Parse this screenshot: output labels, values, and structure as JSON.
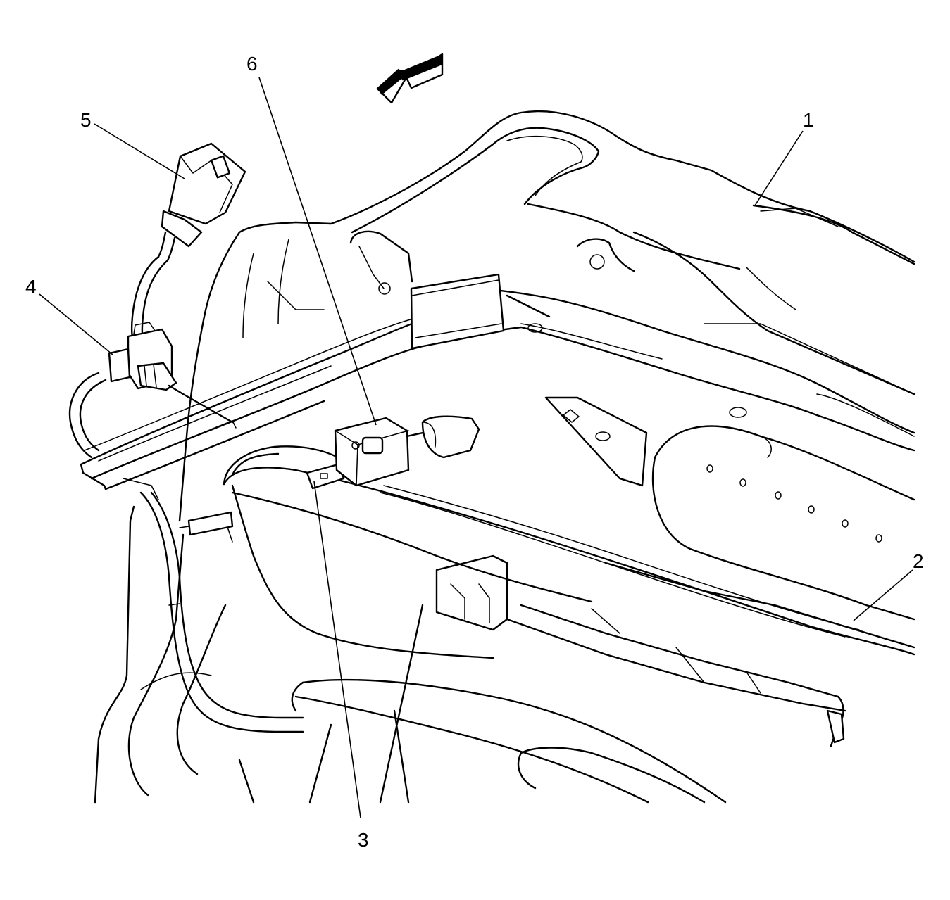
{
  "diagram": {
    "callouts": [
      {
        "label": "1",
        "part": "callout-1"
      },
      {
        "label": "2",
        "part": "callout-2"
      },
      {
        "label": "3",
        "part": "callout-3"
      },
      {
        "label": "4",
        "part": "callout-4"
      },
      {
        "label": "5",
        "part": "callout-5"
      },
      {
        "label": "6",
        "part": "callout-6"
      }
    ],
    "icons": {
      "direction_arrow": "forward-direction-arrow-icon"
    },
    "colors": {
      "line": "#000000",
      "background": "#ffffff"
    }
  }
}
